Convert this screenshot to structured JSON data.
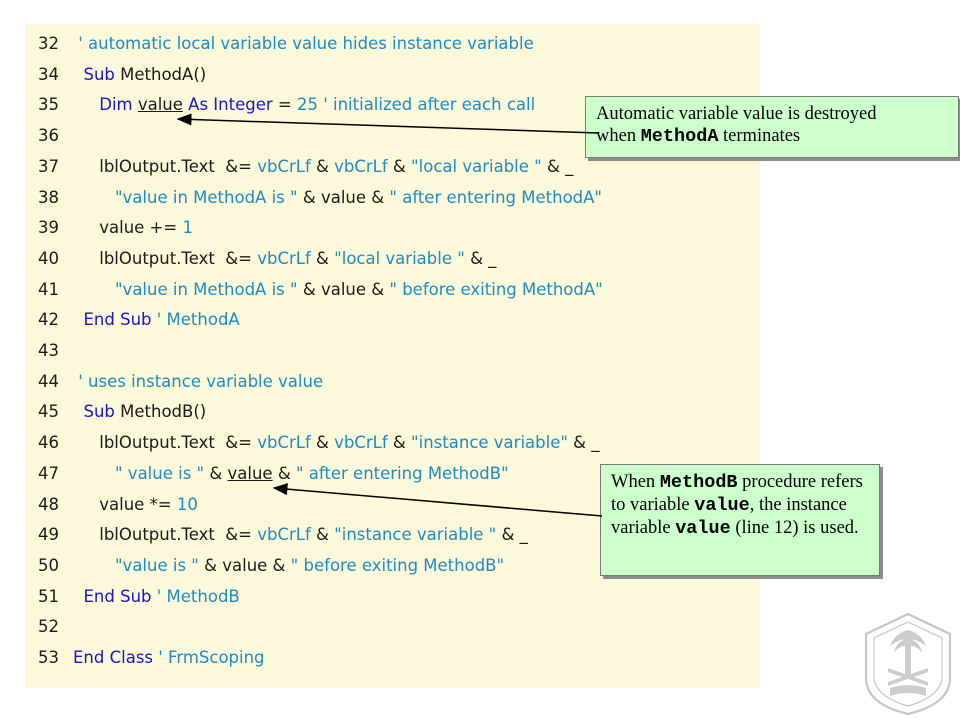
{
  "code_lines": [
    {
      "num": "32",
      "indent": "",
      "parts": [
        {
          "t": " ' automatic local variable value hides instance variable",
          "c": "cm"
        }
      ]
    },
    {
      "num": "34",
      "indent": "  ",
      "parts": [
        {
          "t": "Sub",
          "c": "kw"
        },
        {
          "t": " MethodA()",
          "c": "tx"
        }
      ]
    },
    {
      "num": "35",
      "indent": "     ",
      "parts": [
        {
          "t": "Dim ",
          "c": "kw"
        },
        {
          "t": "value",
          "c": "tx",
          "u": true
        },
        {
          "t": " As Integer",
          "c": "kw"
        },
        {
          "t": " = ",
          "c": "tx"
        },
        {
          "t": "25",
          "c": "num"
        },
        {
          "t": " ' initialized after each call",
          "c": "cm"
        }
      ]
    },
    {
      "num": "36",
      "indent": "",
      "parts": []
    },
    {
      "num": "37",
      "indent": "     ",
      "parts": [
        {
          "t": "lblOutput.Text  &= ",
          "c": "tx"
        },
        {
          "t": "vbCrLf",
          "c": "str"
        },
        {
          "t": " & ",
          "c": "tx"
        },
        {
          "t": "vbCrLf",
          "c": "str"
        },
        {
          "t": " & ",
          "c": "tx"
        },
        {
          "t": "\"local variable \"",
          "c": "str"
        },
        {
          "t": " & _",
          "c": "tx"
        }
      ]
    },
    {
      "num": "38",
      "indent": "        ",
      "parts": [
        {
          "t": "\"value in MethodA is \"",
          "c": "str"
        },
        {
          "t": " & value & ",
          "c": "tx"
        },
        {
          "t": "\" after entering MethodA\"",
          "c": "str"
        }
      ]
    },
    {
      "num": "39",
      "indent": "     ",
      "parts": [
        {
          "t": "value += ",
          "c": "tx"
        },
        {
          "t": "1",
          "c": "num"
        }
      ]
    },
    {
      "num": "40",
      "indent": "     ",
      "parts": [
        {
          "t": "lblOutput.Text  &= ",
          "c": "tx"
        },
        {
          "t": "vbCrLf",
          "c": "str"
        },
        {
          "t": " & ",
          "c": "tx"
        },
        {
          "t": "\"local variable \"",
          "c": "str"
        },
        {
          "t": " & _",
          "c": "tx"
        }
      ]
    },
    {
      "num": "41",
      "indent": "        ",
      "parts": [
        {
          "t": "\"value in MethodA is \"",
          "c": "str"
        },
        {
          "t": " & value & ",
          "c": "tx"
        },
        {
          "t": "\" before exiting MethodA\"",
          "c": "str"
        }
      ]
    },
    {
      "num": "42",
      "indent": "  ",
      "parts": [
        {
          "t": "End Sub",
          "c": "kw"
        },
        {
          "t": " ' MethodA",
          "c": "cm"
        }
      ]
    },
    {
      "num": "43",
      "indent": "",
      "parts": []
    },
    {
      "num": "44",
      "indent": " ",
      "parts": [
        {
          "t": "' uses instance variable value",
          "c": "cm"
        }
      ]
    },
    {
      "num": "45",
      "indent": "  ",
      "parts": [
        {
          "t": "Sub",
          "c": "kw"
        },
        {
          "t": " MethodB()",
          "c": "tx"
        }
      ]
    },
    {
      "num": "46",
      "indent": "     ",
      "parts": [
        {
          "t": "lblOutput.Text  &= ",
          "c": "tx"
        },
        {
          "t": "vbCrLf",
          "c": "str"
        },
        {
          "t": " & ",
          "c": "tx"
        },
        {
          "t": "vbCrLf",
          "c": "str"
        },
        {
          "t": " & ",
          "c": "tx"
        },
        {
          "t": "\"instance variable\"",
          "c": "str"
        },
        {
          "t": " & _",
          "c": "tx"
        }
      ]
    },
    {
      "num": "47",
      "indent": "        ",
      "parts": [
        {
          "t": "\" value is \"",
          "c": "str"
        },
        {
          "t": " & ",
          "c": "tx"
        },
        {
          "t": "value",
          "c": "tx",
          "u": true
        },
        {
          "t": " & ",
          "c": "tx"
        },
        {
          "t": "\" after entering MethodB\"",
          "c": "str"
        }
      ]
    },
    {
      "num": "48",
      "indent": "     ",
      "parts": [
        {
          "t": "value *= ",
          "c": "tx"
        },
        {
          "t": "10",
          "c": "num"
        }
      ]
    },
    {
      "num": "49",
      "indent": "     ",
      "parts": [
        {
          "t": "lblOutput.Text  &= ",
          "c": "tx"
        },
        {
          "t": "vbCrLf",
          "c": "str"
        },
        {
          "t": " & ",
          "c": "tx"
        },
        {
          "t": "\"instance variable \"",
          "c": "str"
        },
        {
          "t": " & _",
          "c": "tx"
        }
      ]
    },
    {
      "num": "50",
      "indent": "        ",
      "parts": [
        {
          "t": "\"value is \"",
          "c": "str"
        },
        {
          "t": " & value & ",
          "c": "tx"
        },
        {
          "t": "\" before exiting MethodB\"",
          "c": "str"
        }
      ]
    },
    {
      "num": "51",
      "indent": "  ",
      "parts": [
        {
          "t": "End Sub",
          "c": "kw"
        },
        {
          "t": " ' MethodB",
          "c": "cm"
        }
      ]
    },
    {
      "num": "52",
      "indent": "",
      "parts": []
    },
    {
      "num": "53",
      "indent": "",
      "parts": [
        {
          "t": "End Class",
          "c": "kw"
        },
        {
          "t": " ' FrmScoping",
          "c": "cm"
        }
      ]
    }
  ],
  "callout_a": {
    "line1": "Automatic variable value is destroyed",
    "line2_pre": "when ",
    "line2_code": "MethodA",
    "line2_post": " terminates"
  },
  "callout_b": {
    "p1": "When ",
    "c1": "MethodB",
    "p2": " procedure refers to variable ",
    "c2": "value",
    "p3": ", the instance variable ",
    "c3": "value",
    "p4": " (line 12) is used."
  },
  "logo": {
    "icon": "king-saud-university-logo-icon",
    "color": "#c8c8c8"
  }
}
